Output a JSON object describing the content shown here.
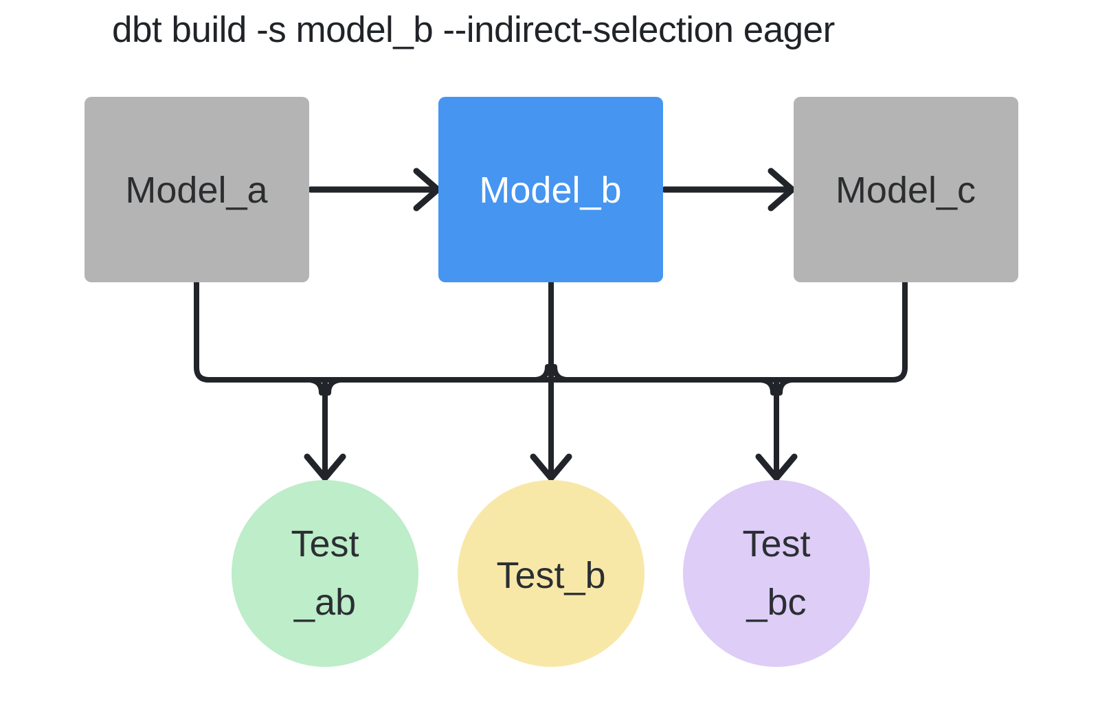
{
  "title": "dbt build -s model_b --indirect-selection eager",
  "colors": {
    "background": "#ffffff",
    "line": "#212529",
    "title_text": "#202327",
    "test_text": "#2b2f33",
    "model_default_fill": "#b4b4b4",
    "model_selected_fill": "#4695f1"
  },
  "models": [
    {
      "id": "model_a",
      "label": "Model_a",
      "fill": "#b4b4b4",
      "text_color": "#2b2d2f"
    },
    {
      "id": "model_b",
      "label": "Model_b",
      "fill": "#4695f1",
      "text_color": "#ffffff"
    },
    {
      "id": "model_c",
      "label": "Model_c",
      "fill": "#b4b4b4",
      "text_color": "#2b2d2f"
    }
  ],
  "tests": [
    {
      "id": "test_ab",
      "line1": "Test",
      "line2": "_ab",
      "fill": "#bdedc9"
    },
    {
      "id": "test_b",
      "line1": "Test_b",
      "fill": "#f8e8a8"
    },
    {
      "id": "test_bc",
      "line1": "Test",
      "line2": "_bc",
      "fill": "#ddcdf7"
    }
  ],
  "edges": [
    {
      "from": "Model_a",
      "to": "Model_b",
      "type": "model-to-model"
    },
    {
      "from": "Model_b",
      "to": "Model_c",
      "type": "model-to-model"
    },
    {
      "from": "Model_a",
      "to": "Test_ab",
      "type": "model-to-test"
    },
    {
      "from": "Model_b",
      "to": "Test_ab",
      "type": "model-to-test"
    },
    {
      "from": "Model_b",
      "to": "Test_b",
      "type": "model-to-test"
    },
    {
      "from": "Model_b",
      "to": "Test_bc",
      "type": "model-to-test"
    },
    {
      "from": "Model_c",
      "to": "Test_bc",
      "type": "model-to-test"
    }
  ]
}
